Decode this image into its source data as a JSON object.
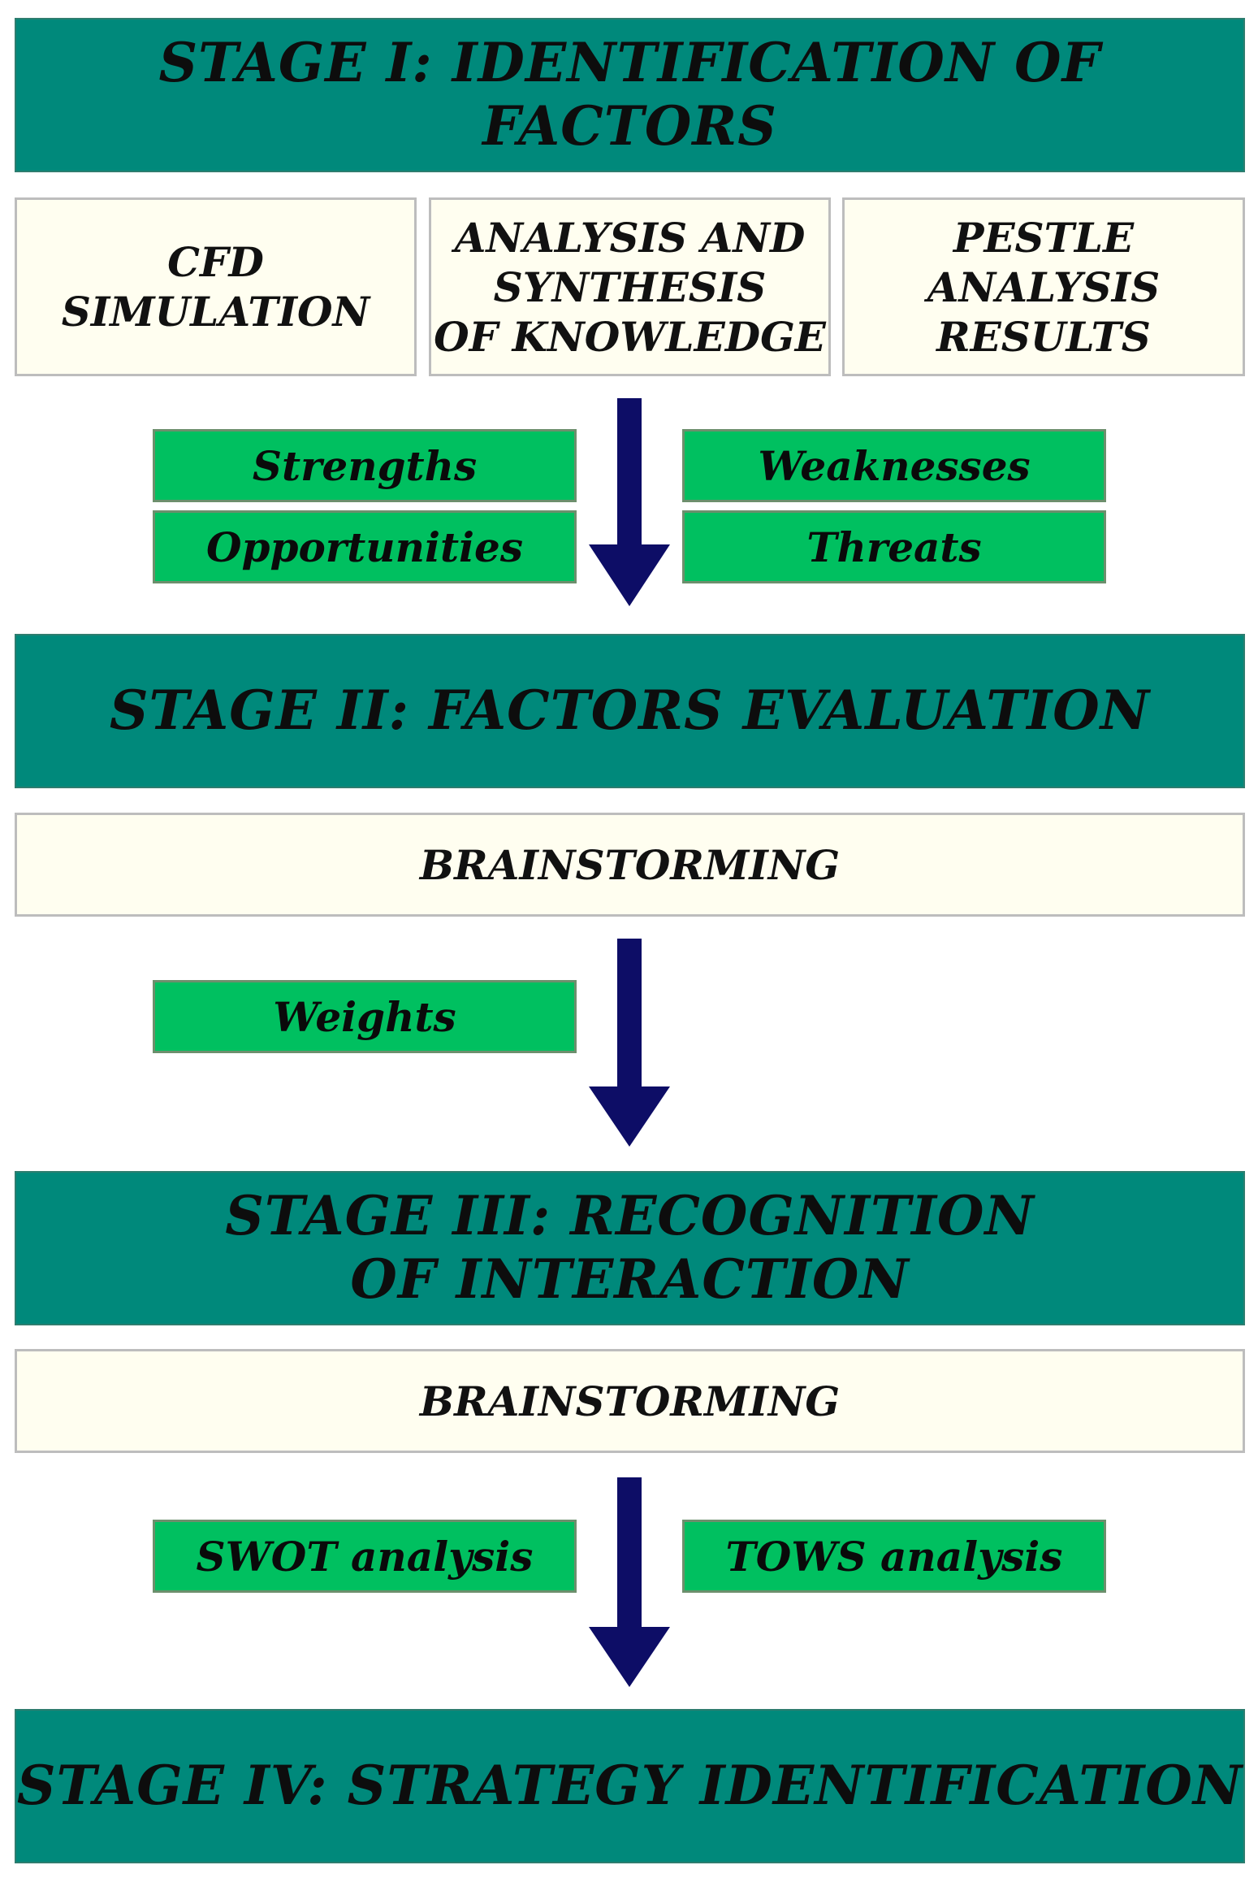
{
  "colors": {
    "stage_fill": "#00897B",
    "source_fill": "#FFFEF0",
    "factor_fill": "#00C060",
    "arrow": "#0D0D66"
  },
  "stage1": {
    "title": "STAGE I: IDENTIFICATION OF FACTORS",
    "sources": [
      {
        "lines": [
          "CFD SIMULATION"
        ]
      },
      {
        "lines": [
          "ANALYSIS AND",
          "SYNTHESIS",
          "OF KNOWLEDGE"
        ]
      },
      {
        "lines": [
          "PESTLE ANALYSIS",
          "RESULTS"
        ]
      }
    ],
    "outputs": [
      "Strengths",
      "Weaknesses",
      "Opportunities",
      "Threats"
    ]
  },
  "stage2": {
    "title": "STAGE II: FACTORS EVALUATION",
    "method": "BRAINSTORMING",
    "outputs": [
      "Weights"
    ]
  },
  "stage3": {
    "title_lines": [
      "STAGE III: RECOGNITION",
      "OF INTERACTION"
    ],
    "method": "BRAINSTORMING",
    "outputs": [
      "SWOT analysis",
      "TOWS analysis"
    ]
  },
  "stage4": {
    "title": "STAGE IV: STRATEGY IDENTIFICATION"
  }
}
